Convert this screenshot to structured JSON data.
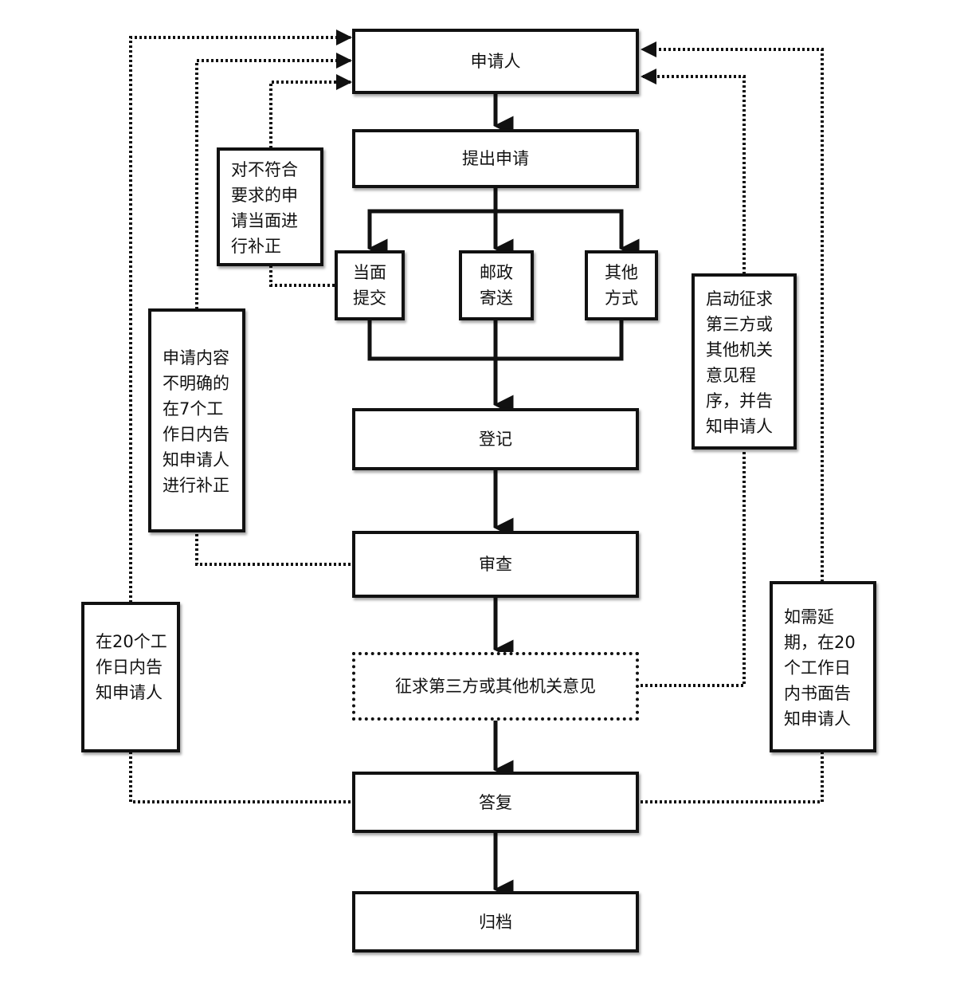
{
  "nodes": {
    "applicant": "申请人",
    "submit": "提出申请",
    "in_person": "当面\n提交",
    "postal": "邮政\n寄送",
    "other": "其他\n方式",
    "register": "登记",
    "review": "审查",
    "consult": "征求第三方或其他机关意见",
    "reply": "答复",
    "archive": "归档"
  },
  "notes": {
    "noncompliant": "对不符合要求的申请当面进行补正",
    "unclear": "申请内容不明确的在7个工作日内告知申请人进行补正",
    "within20": "在20个工作日内告知申请人",
    "start_consult": "启动征求第三方或其他机关意见程序，并告知申请人",
    "extension": "如需延期，在20个工作日内书面告知申请人"
  }
}
